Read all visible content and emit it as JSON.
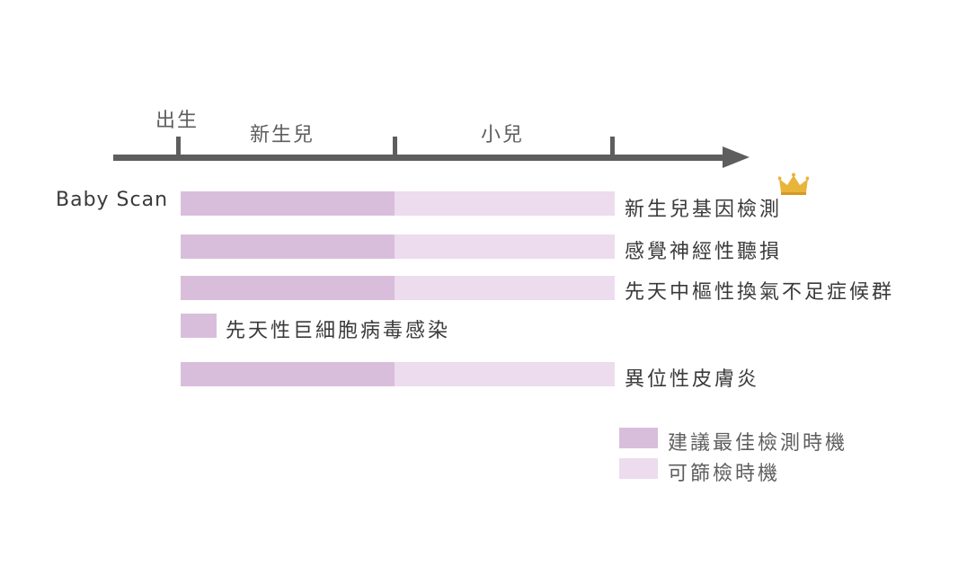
{
  "timeline": {
    "birth_label": "出生",
    "newborn_label": "新生兒",
    "child_label": "小兒"
  },
  "row_header": "Baby Scan",
  "rows": [
    {
      "label": "新生兒基因檢測",
      "recommended": "出生–新生兒",
      "possible": "小兒",
      "crown_icon": "crown-icon"
    },
    {
      "label": "感覺神經性聽損",
      "recommended": "出生–新生兒",
      "possible": "小兒"
    },
    {
      "label": "先天中樞性換氣不足症候群",
      "recommended": "出生–新生兒",
      "possible": "小兒"
    },
    {
      "label": "先天性巨細胞病毒感染",
      "recommended": "出生"
    },
    {
      "label": "異位性皮膚炎",
      "recommended": "出生–新生兒",
      "possible": "小兒"
    }
  ],
  "legend": [
    {
      "label": "建議最佳檢測時機",
      "color": "#d9bedc"
    },
    {
      "label": "可篩檢時機",
      "color": "#ecdcee"
    }
  ],
  "colors": {
    "axis": "#5e5e5e",
    "recommended": "#d9bedc",
    "possible": "#ecdcee",
    "crown": "#e9b43a"
  }
}
